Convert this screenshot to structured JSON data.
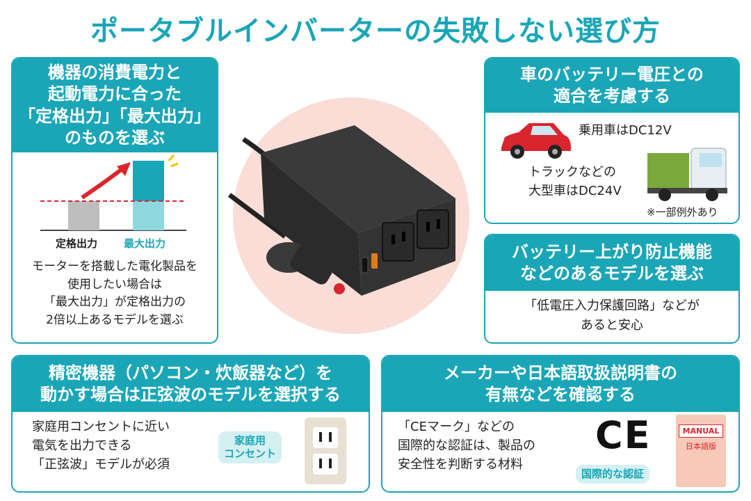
{
  "title": "ポータブルインバーターの失敗しない選び方",
  "cards": {
    "power": {
      "heading": [
        "機器の消費電力と",
        "起動電力に合った",
        "「定格出力」「最大出力」",
        "のものを選ぶ"
      ],
      "bar_labels": {
        "rated": "定格出力",
        "max": "最大出力"
      },
      "description": [
        "モーターを搭載した電化製品を",
        "使用したい場合は",
        "「最大出力」が定格出力の",
        "2倍以上あるモデルを選ぶ"
      ]
    },
    "battery": {
      "heading": [
        "車のバッテリー電圧との",
        "適合を考慮する"
      ],
      "car_text": "乗用車はDC12V",
      "truck_text": [
        "トラックなどの",
        "大型車はDC24V"
      ],
      "note": "※一部例外あり"
    },
    "protect": {
      "heading": [
        "バッテリー上がり防止機能",
        "などのあるモデルを選ぶ"
      ],
      "body": [
        "「低電圧入力保護回路」などが",
        "あると安心"
      ]
    },
    "sine": {
      "heading": [
        "精密機器（パソコン・炊飯器など）を",
        "動かす場合は正弦波のモデルを選択する"
      ],
      "body": [
        "家庭用コンセントに近い",
        "電気を出力できる",
        "「正弦波」モデルが必須"
      ],
      "tag": [
        "家庭用",
        "コンセント"
      ]
    },
    "maker": {
      "heading": [
        "メーカーや日本語取扱説明書の",
        "有無などを確認する"
      ],
      "body": [
        "「CEマーク」などの",
        "国際的な認証は、製品の",
        "安全性を判断する材料"
      ],
      "ce_mark": "CE",
      "tag": "国際的な認証",
      "manual_title": "MANUAL",
      "manual_subtitle": "日本語版"
    }
  },
  "colors": {
    "accent": "#1aa6b7",
    "bar_gray": "#bdbdbd",
    "bar_light": "#8fd7df",
    "arrow_red": "#d9262e",
    "circle_bg": "#f9ddd6"
  }
}
